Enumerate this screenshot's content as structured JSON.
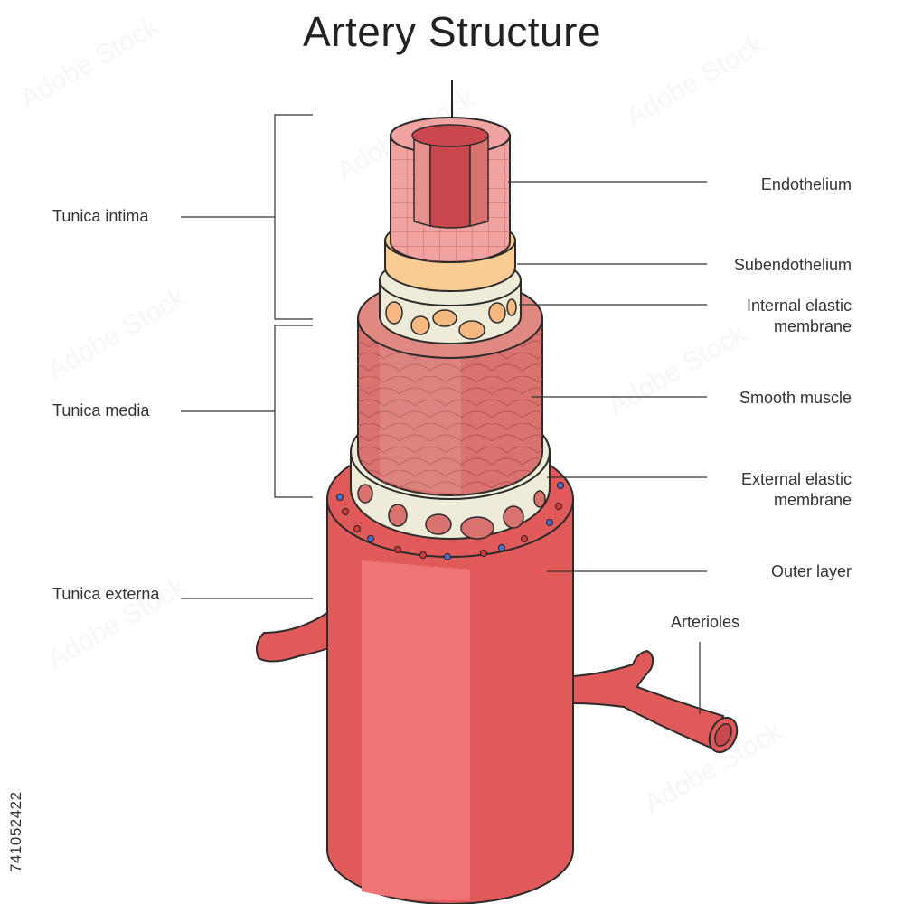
{
  "title": "Artery Structure",
  "left_labels": {
    "tunica_intima": "Tunica intima",
    "tunica_media": "Tunica media",
    "tunica_externa": "Tunica externa"
  },
  "right_labels": {
    "endothelium": "Endothelium",
    "subendothelium": "Subendothelium",
    "internal_elastic_1": "Internal elastic",
    "internal_elastic_2": "membrane",
    "smooth_muscle": "Smooth muscle",
    "external_elastic_1": "External elastic",
    "external_elastic_2": "membrane",
    "outer_layer": "Outer layer",
    "arterioles": "Arterioles"
  },
  "stock_id": "741052422",
  "watermark": "Adobe Stock",
  "colors": {
    "outer": "#e15a5a",
    "outer_light": "#ee7476",
    "muscle": "#d9736f",
    "elastic": "#eeebd8",
    "plaque": "#f5b880",
    "subendo": "#f8cc92",
    "endo": "#f0a3a0",
    "lumen": "#c9474d",
    "outline": "#2b2b2b"
  }
}
